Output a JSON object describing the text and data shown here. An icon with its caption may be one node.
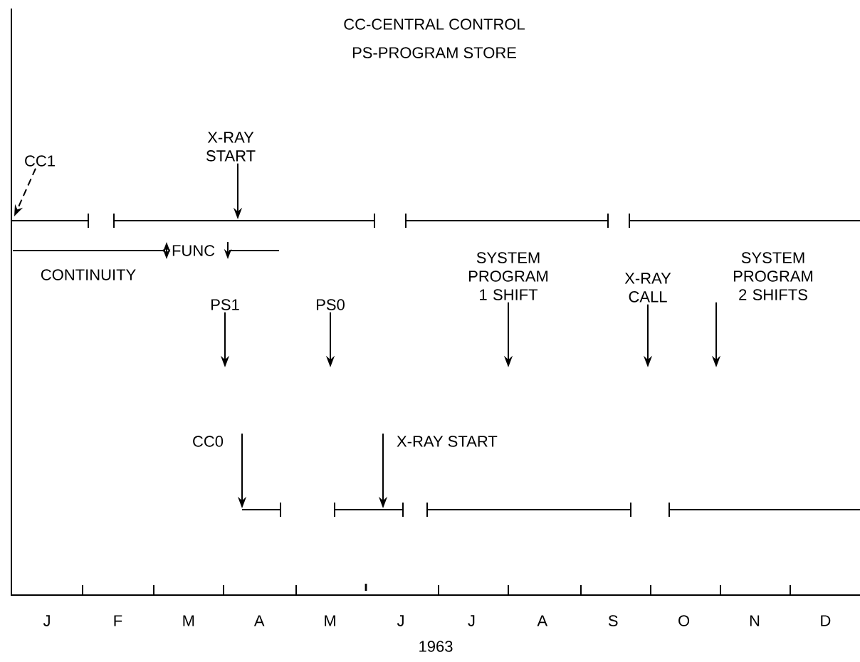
{
  "diagram": {
    "nodes": [
      {
        "text": [
          "CC1"
        ]
      },
      {
        "text": [
          "X-RAY START"
        ]
      },
      {
        "text": [
          "PS1"
        ]
      },
      {
        "text": [
          "PS0"
        ]
      },
      {
        "text": [
          "SYSTEM PROGRAM 1 SHIFT"
        ]
      },
      {
        "text": [
          "X-RAY CALL"
        ]
      },
      {
        "text": [
          "SYSTEM PROGRAM 2 SHIFTS"
        ]
      },
      {
        "text": [
          "CC0"
        ]
      },
      {
        "text": [
          "X-RAY START"
        ]
      }
    ],
    "edges": [
      {
        "from": 0,
        "to": null,
        "arrow": "to",
        "style": "dashed"
      },
      {
        "from": 1,
        "to": null,
        "arrow": "to"
      },
      {
        "from": 2,
        "to": null,
        "arrow": "to"
      },
      {
        "from": 3,
        "to": null,
        "arrow": "to"
      },
      {
        "from": 4,
        "to": null,
        "arrow": "to"
      },
      {
        "from": 5,
        "to": null,
        "arrow": "to"
      },
      {
        "from": 6,
        "to": null,
        "arrow": "to"
      },
      {
        "from": 7,
        "to": null,
        "arrow": "to"
      },
      {
        "from": 8,
        "to": null,
        "arrow": "to"
      }
    ],
    "labels": [
      "CC-CENTRAL CONTROL",
      "PS-PROGRAM STORE",
      "CONTINUITY",
      "FUNC",
      "J",
      "F",
      "M",
      "A",
      "M",
      "J",
      "J",
      "A",
      "S",
      "O",
      "N",
      "D",
      "1963"
    ]
  }
}
